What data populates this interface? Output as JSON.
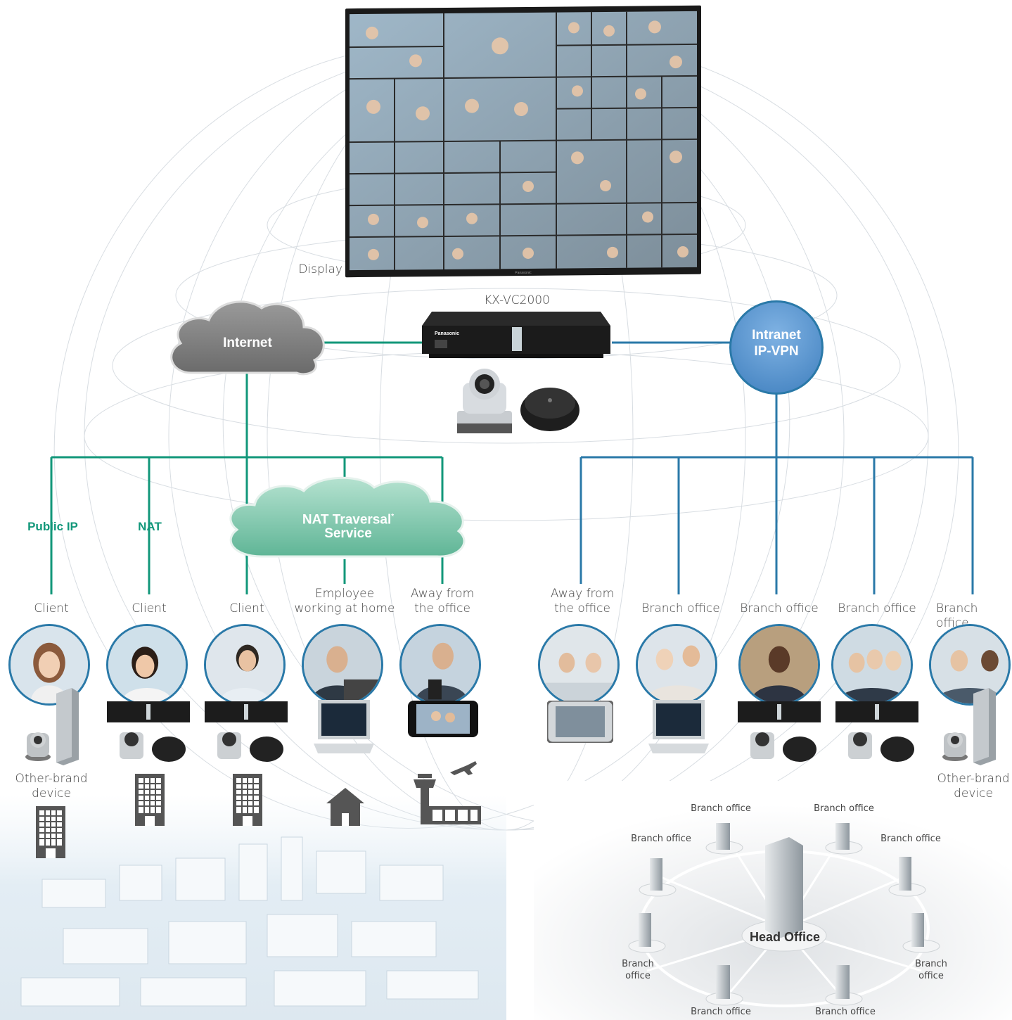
{
  "display": {
    "label": "Display",
    "brand": "Panasonic"
  },
  "codec": {
    "label": "KX-VC2000",
    "brand": "Panasonic"
  },
  "clouds": {
    "internet": "Internet",
    "nat_traversal_line1": "NAT Traversal",
    "nat_traversal_mark": "*",
    "nat_traversal_line2": "Service"
  },
  "intranet": {
    "line1": "Intranet",
    "line2": "IP-VPN"
  },
  "connection_labels": {
    "public_ip": "Public IP",
    "nat": "NAT"
  },
  "endpoints_left": [
    {
      "label": "Client",
      "device": "Other-brand device",
      "device_l1": "Other-brand",
      "device_l2": "device"
    },
    {
      "label": "Client"
    },
    {
      "label": "Client"
    },
    {
      "label_l1": "Employee",
      "label_l2": "working at home"
    },
    {
      "label_l1": "Away from",
      "label_l2": "the office"
    }
  ],
  "endpoints_right": [
    {
      "label_l1": "Away from",
      "label_l2": "the office"
    },
    {
      "label": "Branch office"
    },
    {
      "label": "Branch office"
    },
    {
      "label": "Branch office"
    },
    {
      "label": "Branch office",
      "device_l1": "Other-brand",
      "device_l2": "device"
    }
  ],
  "head_office": {
    "center": "Head Office",
    "branches": [
      "Branch office",
      "Branch office",
      "Branch office",
      "Branch office",
      "Branch office",
      "Branch office",
      "Branch office",
      "Branch office"
    ],
    "branch_split_l1": "Branch",
    "branch_split_l2": "office"
  },
  "colors": {
    "green": "#12977a",
    "blue": "#2a79a8",
    "cloud_gray": "#8a8a8a",
    "cloud_green": "#8fcfb8",
    "vpn_blue": "#5b97d0"
  }
}
